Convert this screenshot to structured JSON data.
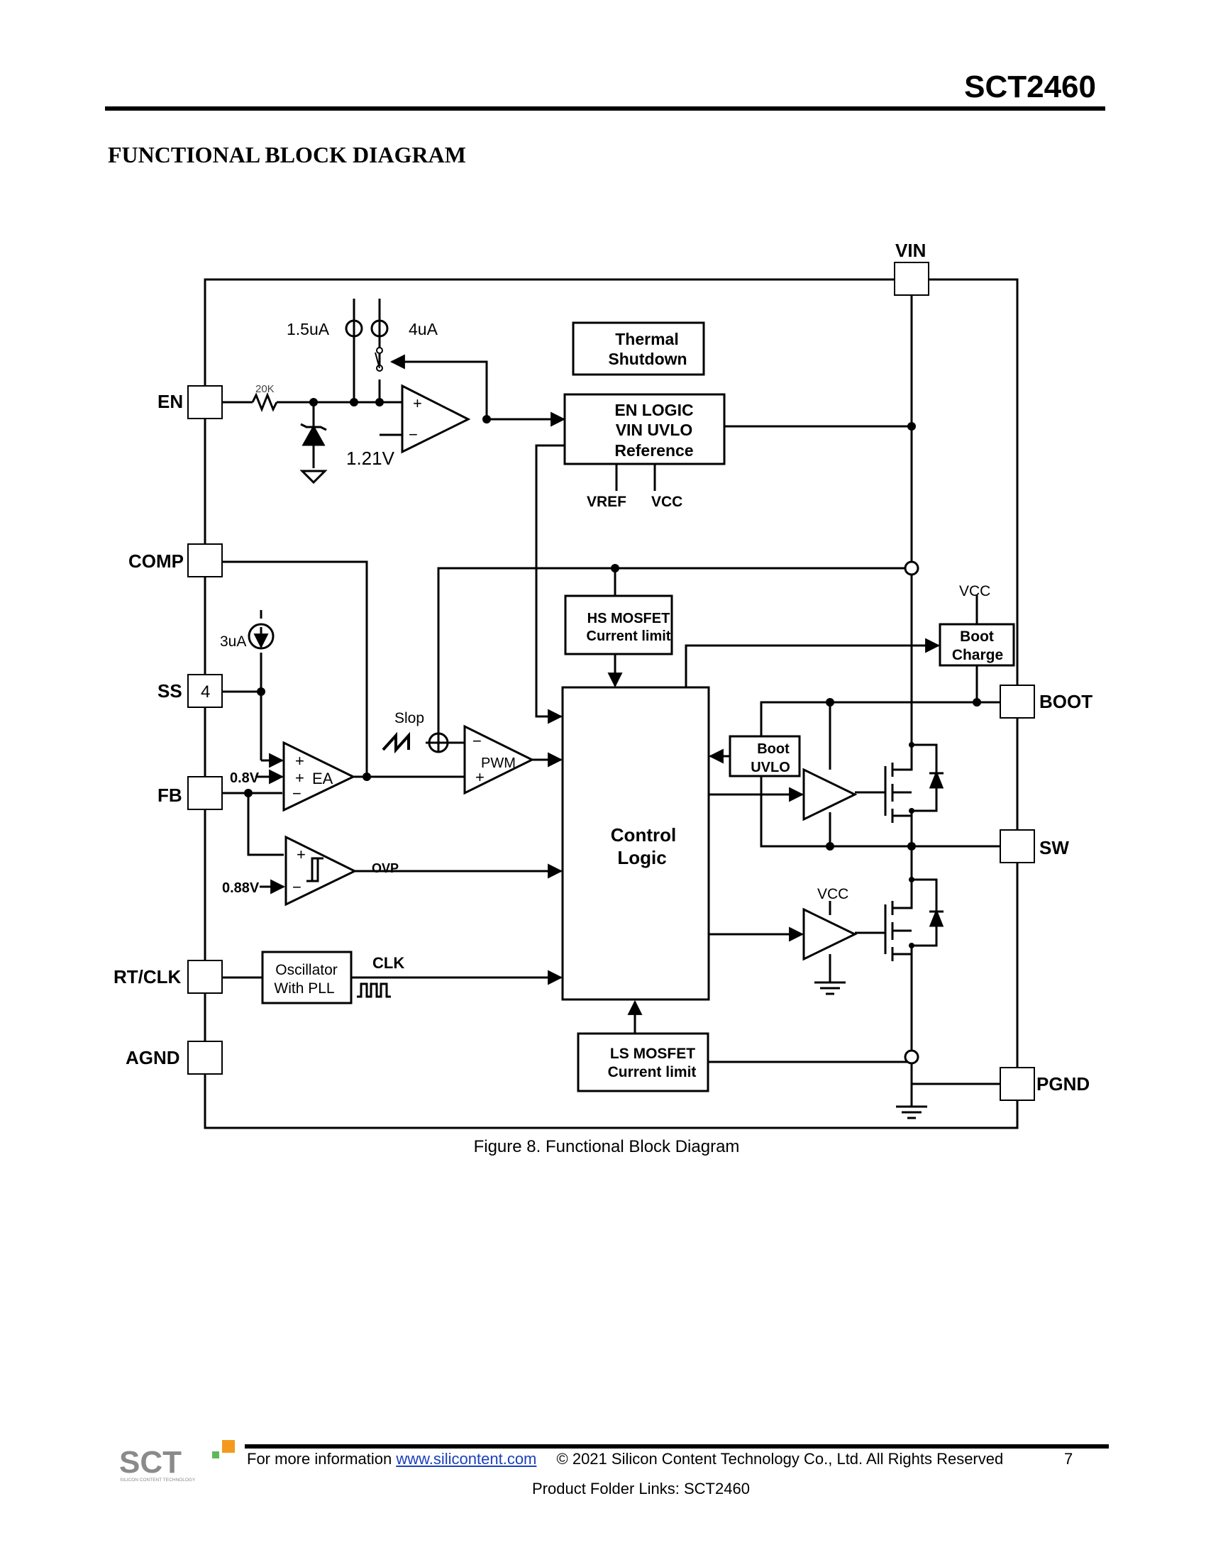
{
  "header": {
    "part_number": "SCT2460",
    "section_title": "FUNCTIONAL BLOCK DIAGRAM"
  },
  "pins": {
    "vin": "VIN",
    "en": "EN",
    "comp": "COMP",
    "ss": "SS",
    "ss_number": "4",
    "fb": "FB",
    "rt_clk": "RT/CLK",
    "agnd": "AGND",
    "boot": "BOOT",
    "sw": "SW",
    "pgnd": "PGND"
  },
  "blocks": {
    "thermal_shutdown": [
      "Thermal",
      "Shutdown"
    ],
    "en_logic": [
      "EN LOGIC",
      "VIN UVLO",
      "Reference"
    ],
    "hs_mosfet": [
      "HS MOSFET",
      "Current limit"
    ],
    "boot_charge": [
      "Boot",
      "Charge"
    ],
    "boot_uvlo": [
      "Boot",
      "UVLO"
    ],
    "control_logic": [
      "Control",
      "Logic"
    ],
    "oscillator": [
      "Oscillator",
      "With PLL"
    ],
    "ls_mosfet": [
      "LS MOSFET",
      "Current limit"
    ]
  },
  "labels": {
    "current_1_5ua": "1.5uA",
    "current_4ua": "4uA",
    "resistor_20k": "20K",
    "ref_1_21v": "1.21V",
    "vref": "VREF",
    "vcc": "VCC",
    "vcc_boot": "VCC",
    "vcc_driver": "VCC",
    "current_3ua": "3uA",
    "slop": "Slop",
    "pwm": "PWM",
    "ea": "EA",
    "ref_0_8v": "0.8V",
    "ref_0_88v": "0.88V",
    "ovp": "OVP",
    "clk": "CLK",
    "plus": "+",
    "minus": "−"
  },
  "caption": "Figure 8. Functional Block Diagram",
  "footer": {
    "more_info": "For more information",
    "link": "www.silicontent.com",
    "copyright": "© 2021  Silicon Content Technology Co., Ltd.   All Rights Reserved",
    "page_number": "7",
    "product_links": "Product Folder Links:  SCT2460"
  },
  "logo": {
    "text": "SCT",
    "tagline": "SILICON CONTENT TECHNOLOGY",
    "accent_color": "#f39a1e",
    "mark_color": "#5fb85a",
    "text_color": "#8a8a8a"
  }
}
